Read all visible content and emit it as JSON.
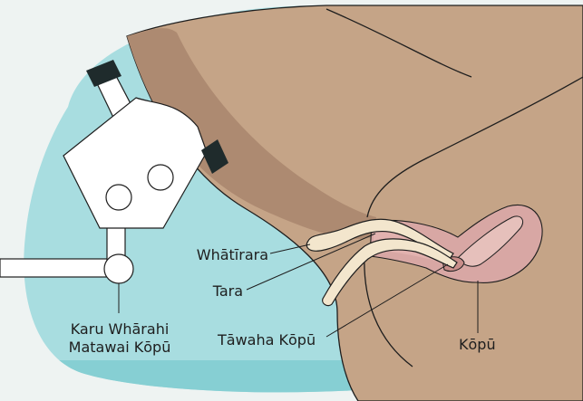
{
  "colors": {
    "background": "#eef3f2",
    "backdrop": "#a8dde0",
    "backdrop_shadow": "#86cfd3",
    "skin": "#c5a487",
    "skin_shade": "#ad8a71",
    "tissue": "#d8a7a4",
    "instrument": "#f3e6cd",
    "device_body": "#ffffff",
    "device_caps": "#1f2b2c",
    "outline": "#1e1e1e"
  },
  "labels": {
    "whatirara": "Whātīrara",
    "tara": "Tara",
    "tawaha_kopu": "Tāwaha Kōpū",
    "kopu": "Kōpū",
    "colposcope_line1": "Karu Whārahi",
    "colposcope_line2": "Matawai Kōpū"
  }
}
